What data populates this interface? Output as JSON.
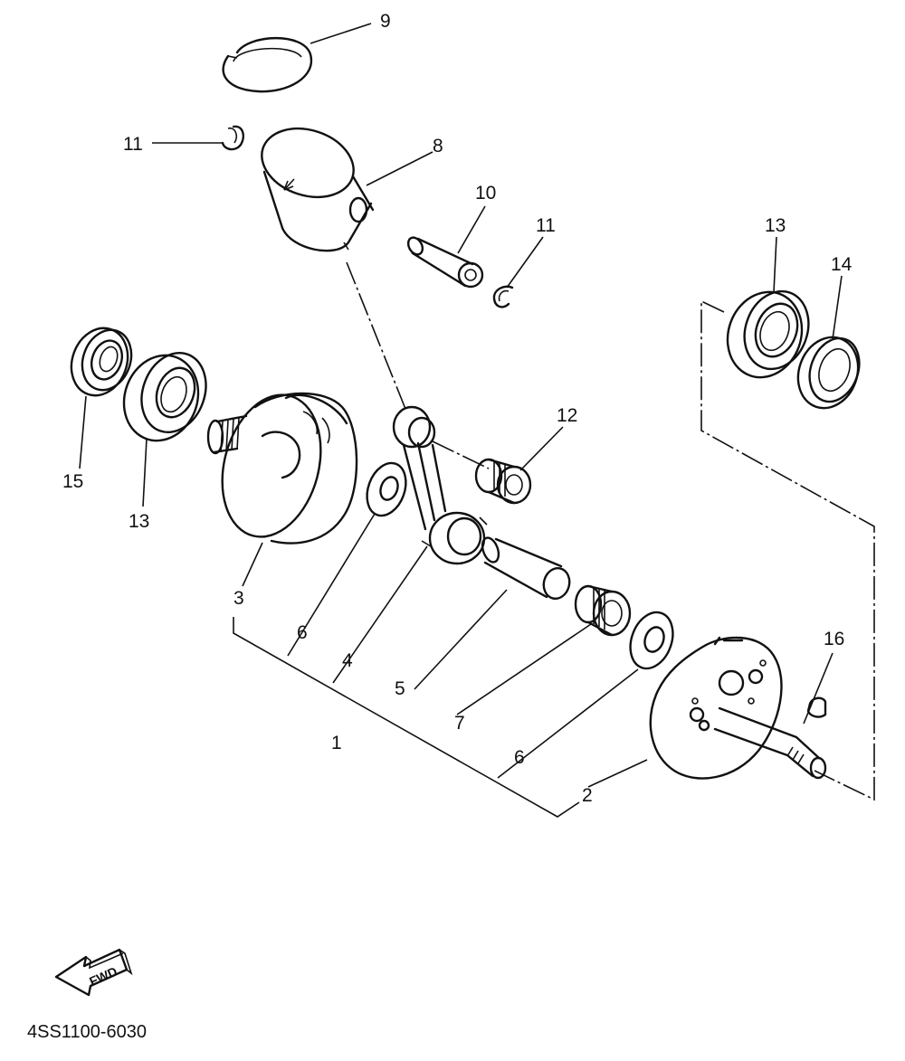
{
  "diagram": {
    "callouts": [
      {
        "id": "c9",
        "text": "9"
      },
      {
        "id": "c11a",
        "text": "11"
      },
      {
        "id": "c8",
        "text": "8"
      },
      {
        "id": "c10",
        "text": "10"
      },
      {
        "id": "c11b",
        "text": "11"
      },
      {
        "id": "c13a",
        "text": "13"
      },
      {
        "id": "c14",
        "text": "14"
      },
      {
        "id": "c12",
        "text": "12"
      },
      {
        "id": "c15",
        "text": "15"
      },
      {
        "id": "c13b",
        "text": "13"
      },
      {
        "id": "c3",
        "text": "3"
      },
      {
        "id": "c6a",
        "text": "6"
      },
      {
        "id": "c4",
        "text": "4"
      },
      {
        "id": "c5",
        "text": "5"
      },
      {
        "id": "c1",
        "text": "1"
      },
      {
        "id": "c7",
        "text": "7"
      },
      {
        "id": "c6b",
        "text": "6"
      },
      {
        "id": "c16",
        "text": "16"
      },
      {
        "id": "c2",
        "text": "2"
      }
    ],
    "fwd_label": "FWD",
    "code": "4SS1100-6030"
  }
}
